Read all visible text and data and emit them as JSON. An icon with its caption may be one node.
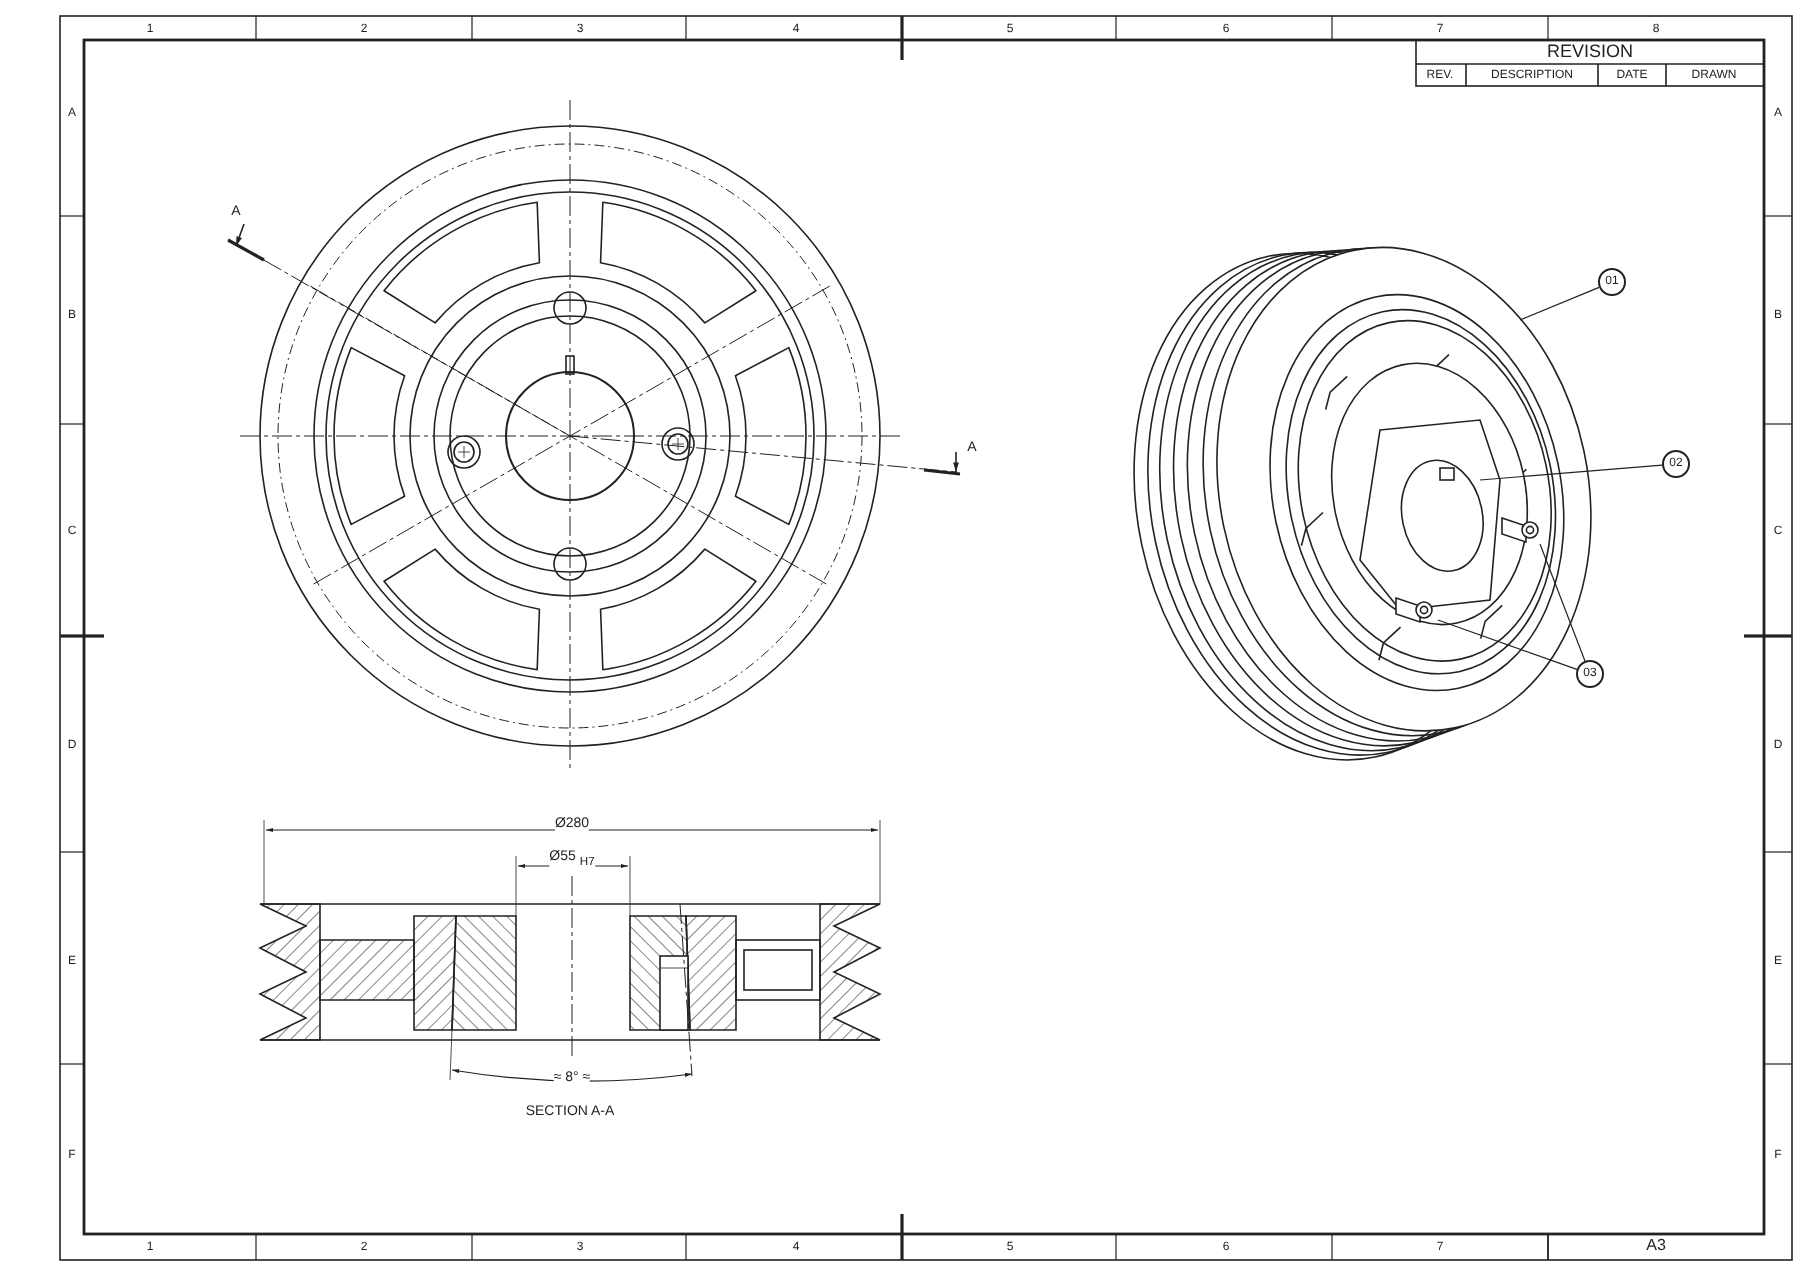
{
  "diagram": {
    "nodes": [
      {
        "text": [
          "01"
        ]
      },
      {
        "text": [
          "02"
        ]
      },
      {
        "text": [
          "03"
        ]
      }
    ],
    "edges": [
      {
        "from": 0,
        "to": null,
        "arrow": "none"
      },
      {
        "from": 1,
        "to": null,
        "arrow": "none"
      },
      {
        "from": 2,
        "to": null,
        "arrow": "none"
      },
      {
        "from": 2,
        "to": null,
        "arrow": "none"
      }
    ],
    "labels": [
      "1",
      "2",
      "3",
      "4",
      "5",
      "6",
      "7",
      "8",
      "REVISION",
      "REV.",
      "DESCRIPTION",
      "DATE",
      "DRAWN",
      "A",
      "B",
      "C",
      "D",
      "E",
      "F",
      "A",
      "B",
      "C",
      "D",
      "E",
      "F",
      "A",
      "A",
      "Ø280",
      "Ø55 $_{H7}$",
      "≈ 8° ≈",
      "SECTION A-A",
      "1",
      "2",
      "3",
      "4",
      "5",
      "6",
      "7",
      "A3"
    ]
  }
}
